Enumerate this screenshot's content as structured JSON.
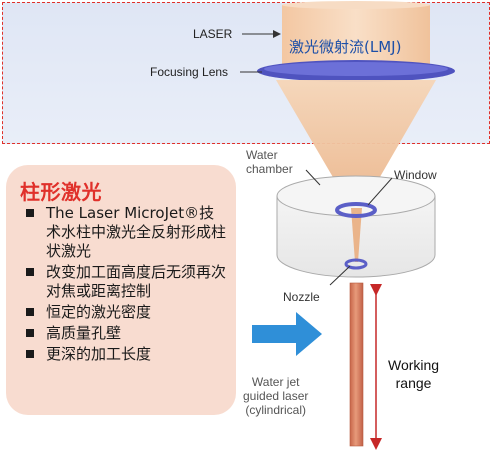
{
  "panel": {
    "title": "柱形激光",
    "bullets": [
      "The Laser MicroJet®技术水柱中激光全反射形成柱状激光",
      "改变加工面高度后无须再次对焦或距离控制",
      "恒定的激光密度",
      "高质量孔壁",
      "更深的加工长度"
    ]
  },
  "diagram": {
    "laser_label": "LASER",
    "focusing_lens_label": "Focusing Lens",
    "lmj_label": "激光微射流(LMJ)",
    "water_chamber_label": [
      "Water",
      "chamber"
    ],
    "window_label": "Window",
    "nozzle_label": "Nozzle",
    "water_jet_label": [
      "Water jet",
      "guided laser",
      "(cylindrical)"
    ],
    "working_range_label": [
      "Working",
      "range"
    ]
  },
  "colors": {
    "accent_red": "#e0302a",
    "panel_bg": "#f8dcd0",
    "beam": "#f1c9a6",
    "lens": "#5b5fc7",
    "arrow_blue": "#2f8fd8",
    "dashed_box_bg": "#dfe6f5"
  }
}
